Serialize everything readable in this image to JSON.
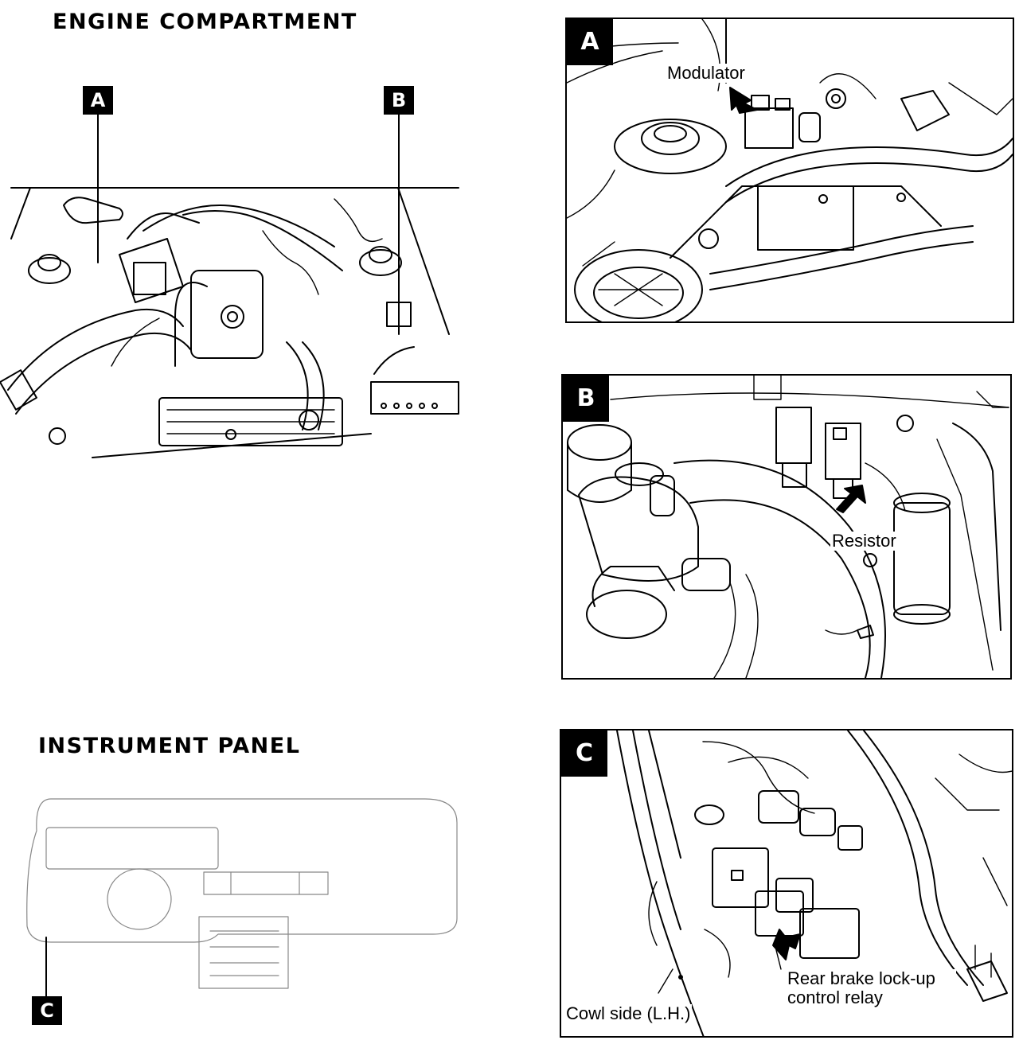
{
  "engine_section": {
    "title": "ENGINE COMPARTMENT",
    "tag_a": "A",
    "tag_b": "B"
  },
  "panel_section": {
    "title": "INSTRUMENT PANEL",
    "tag_c": "C"
  },
  "detail_a": {
    "tag": "A",
    "label": "Modulator"
  },
  "detail_b": {
    "tag": "B",
    "label": "Resistor"
  },
  "detail_c": {
    "tag": "C",
    "label_relay": "Rear brake lock-up control relay",
    "label_cowl": "Cowl side (L.H.)"
  },
  "colors": {
    "ink": "#000000",
    "paper": "#ffffff",
    "faint": "#888888"
  }
}
